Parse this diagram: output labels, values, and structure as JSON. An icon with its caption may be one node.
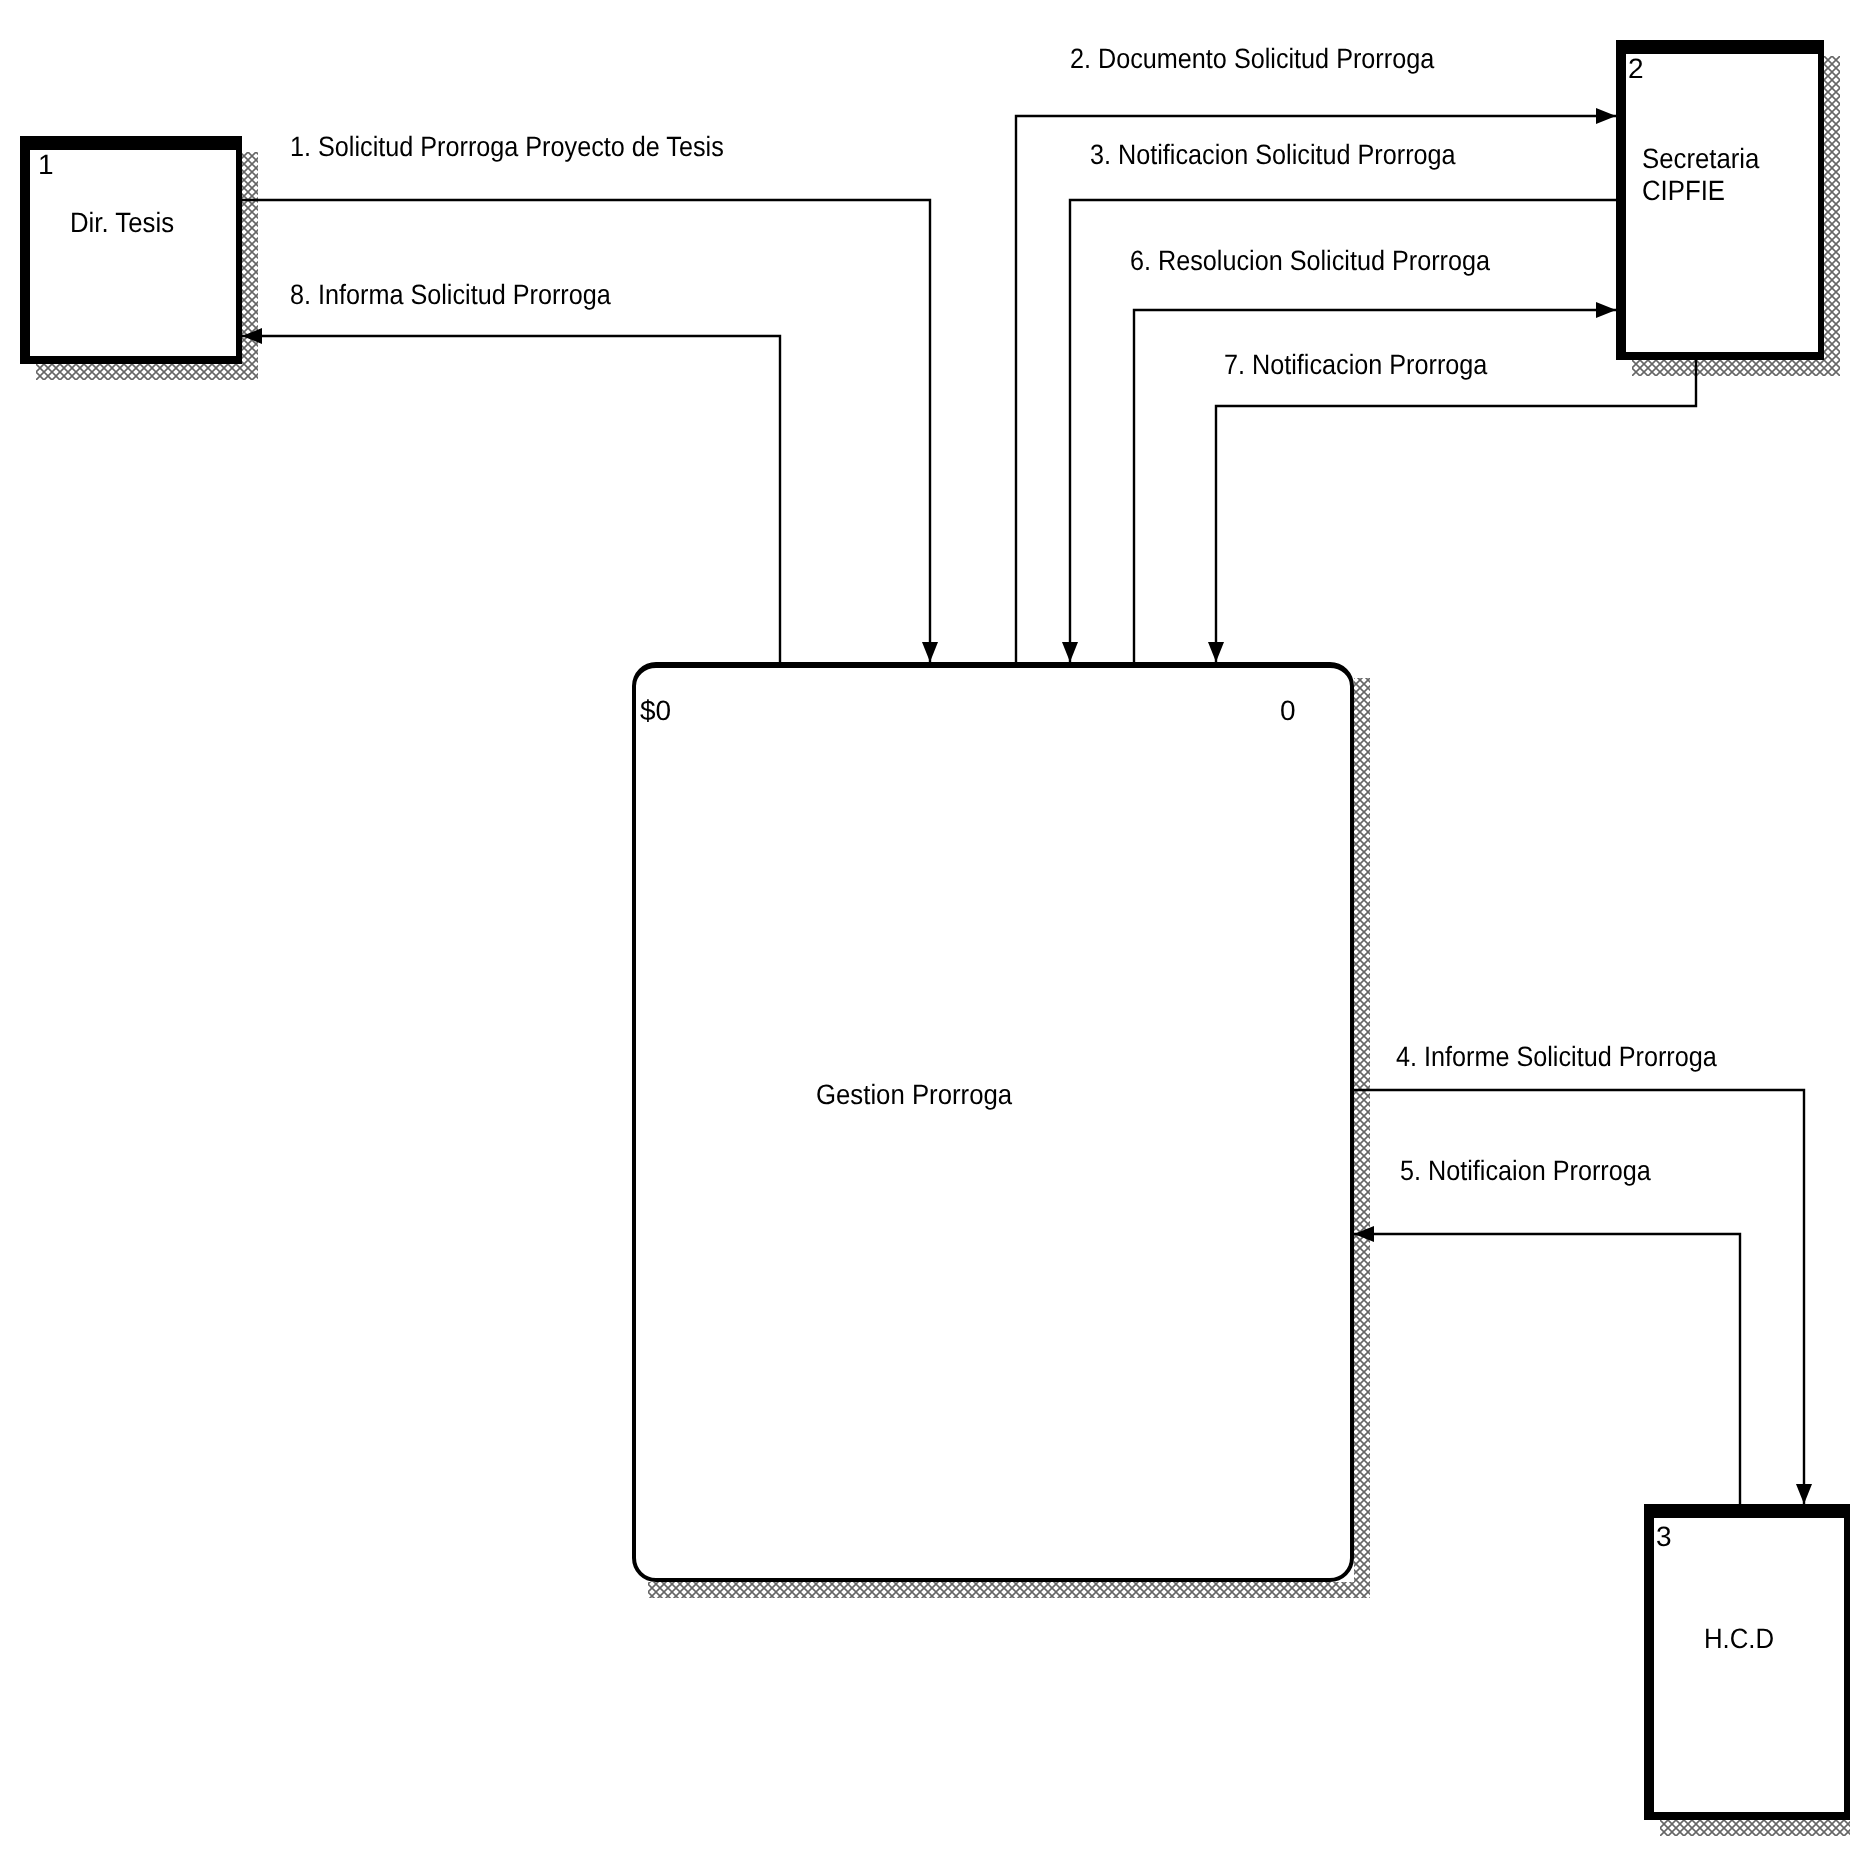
{
  "diagram": {
    "nodes": [
      {
        "text": [
          "1",
          "Dir. Tesis"
        ]
      },
      {
        "text": [
          "2",
          "Secretaria CIPFIE"
        ]
      },
      {
        "text": [
          "$0",
          "0",
          "Gestion Prorroga"
        ]
      },
      {
        "text": [
          "3",
          "H.C.D"
        ]
      }
    ],
    "edges": [
      {
        "from": 0,
        "to": 2,
        "arrow": "to",
        "label": "1. Solicitud Prorroga Proyecto de Tesis"
      },
      {
        "from": 2,
        "to": 1,
        "arrow": "to",
        "label": "2. Documento Solicitud Prorroga"
      },
      {
        "from": 1,
        "to": 2,
        "arrow": "to",
        "label": "3. Notificacion Solicitud Prorroga"
      },
      {
        "from": 2,
        "to": 3,
        "arrow": "to",
        "label": "4. Informe Solicitud Prorroga"
      },
      {
        "from": 3,
        "to": 2,
        "arrow": "to",
        "label": "5. Notificaion Prorroga"
      },
      {
        "from": 2,
        "to": 1,
        "arrow": "to",
        "label": "6. Resolucion Solicitud Prorroga"
      },
      {
        "from": 1,
        "to": 2,
        "arrow": "to",
        "label": "7. Notificacion Prorroga"
      },
      {
        "from": 2,
        "to": 0,
        "arrow": "to",
        "label": "8. Informa Solicitud Prorroga"
      }
    ]
  }
}
